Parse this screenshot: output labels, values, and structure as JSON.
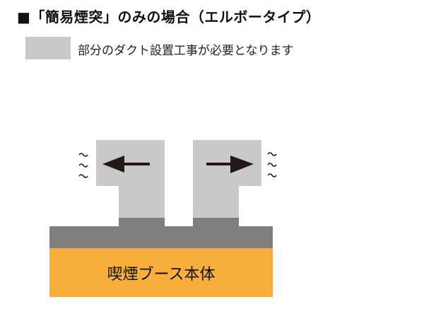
{
  "title": "■「簡易煙突」のみの場合（エルボータイプ）",
  "legend": {
    "text": "部分のダクト設置工事が必要となります",
    "swatch_color": "#c9c9c9"
  },
  "diagram": {
    "body_label": "喫煙ブース本体",
    "tilde": "〜",
    "colors": {
      "duct": "#c9c9c9",
      "base": "#7f7f7f",
      "body": "#f7ae3b",
      "arrow": "#231815"
    }
  }
}
